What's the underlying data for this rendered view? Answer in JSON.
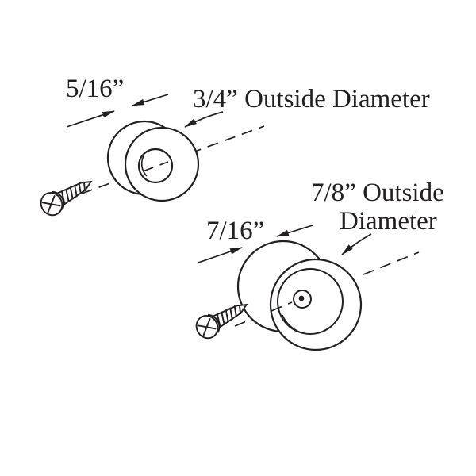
{
  "colors": {
    "ink": "#231f20",
    "background": "#ffffff"
  },
  "diagram": {
    "small_bumper": {
      "width_label": "5/16”",
      "diameter_label": "3/4” Outside Diameter"
    },
    "large_bumper": {
      "width_label": "7/16”",
      "diameter_label_line1": "7/8” Outside",
      "diameter_label_line2": "Diameter"
    }
  }
}
